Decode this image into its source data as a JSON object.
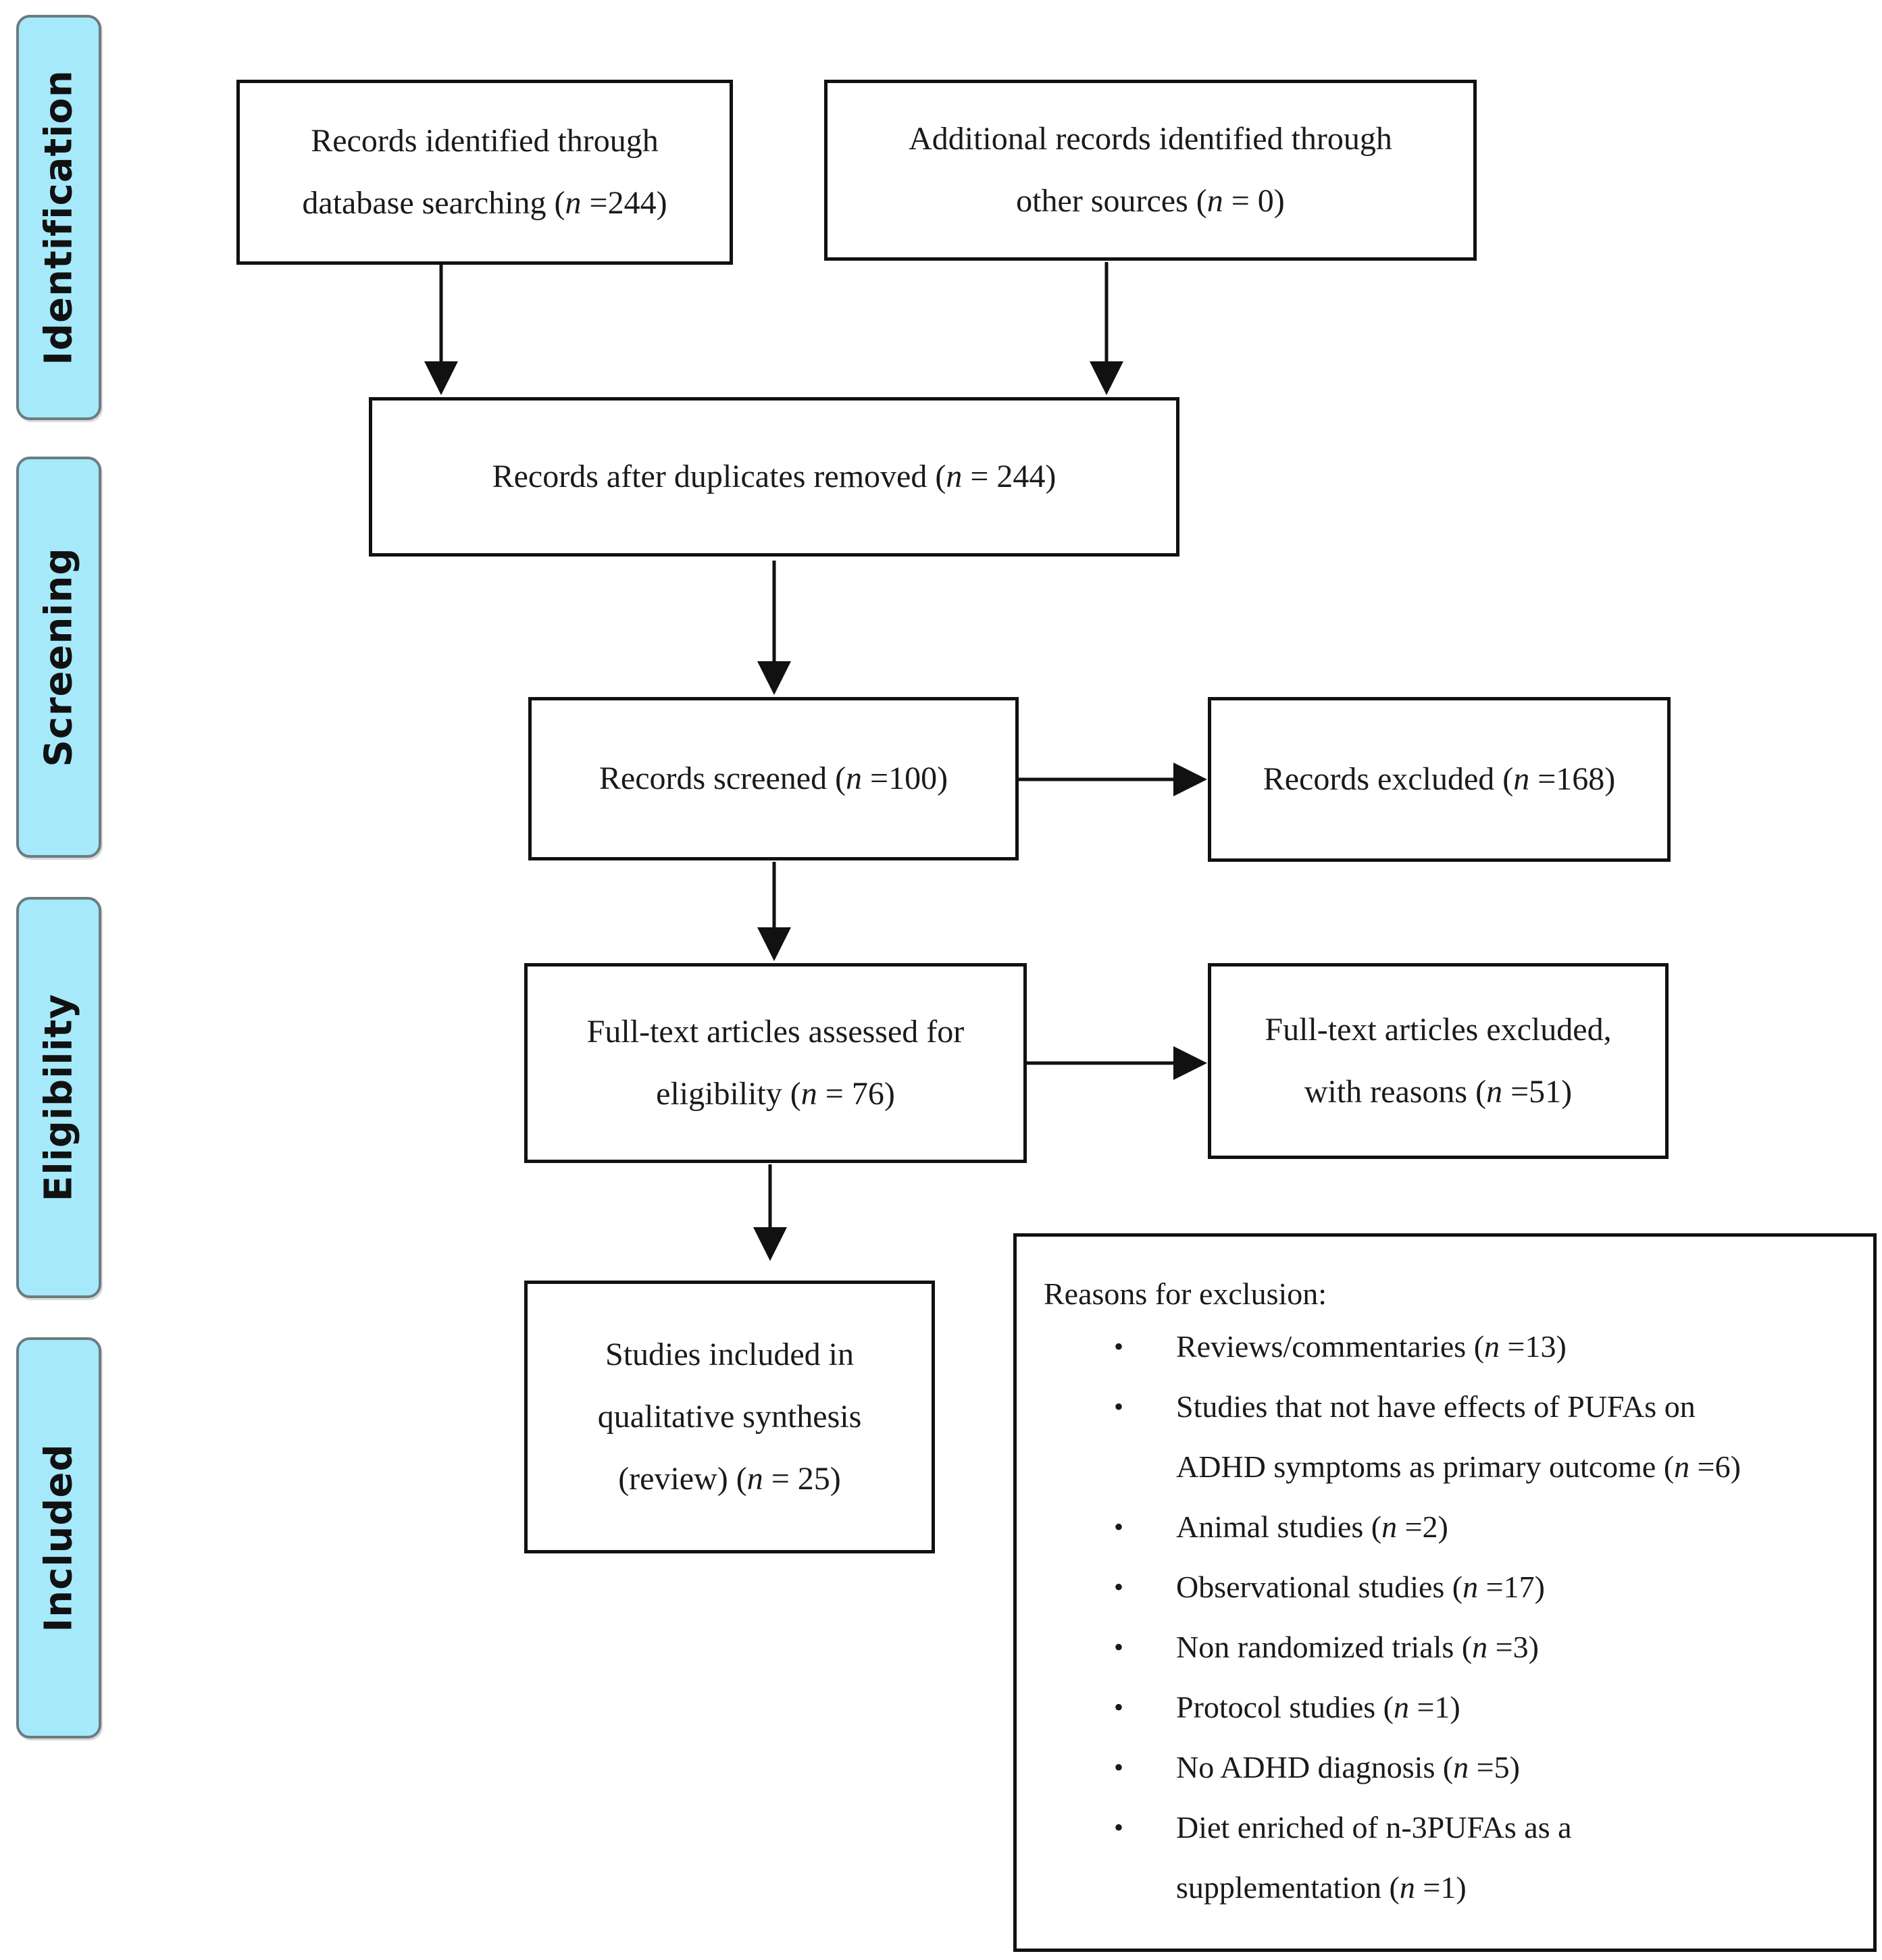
{
  "stages": {
    "identification": "Identification",
    "screening": "Screening",
    "eligibility": "Eligibility",
    "included": "Included"
  },
  "boxes": {
    "database": {
      "line1": "Records identified through",
      "line2_pre": "database searching (",
      "n": "n",
      "line2_post": " =244)"
    },
    "other_sources": {
      "line1": "Additional records identified through",
      "line2_pre": "other sources (",
      "n": "n",
      "line2_post": " = 0)"
    },
    "duplicates_removed": {
      "pre": "Records after duplicates removed (",
      "n": "n",
      "post": " = 244)"
    },
    "screened": {
      "pre": "Records screened (",
      "n": "n",
      "post": " =100)"
    },
    "excluded": {
      "pre": "Records excluded (",
      "n": "n",
      "post": " =168)"
    },
    "fulltext_assessed": {
      "line1": "Full-text articles assessed for",
      "line2_pre": "eligibility (",
      "n": "n",
      "line2_post": " = 76)"
    },
    "fulltext_excluded": {
      "line1": "Full-text articles excluded,",
      "line2_pre": "with reasons (",
      "n": "n",
      "line2_post": " =51)"
    },
    "included": {
      "line1": "Studies included in",
      "line2": "qualitative synthesis",
      "line3_pre": "(review) (",
      "n": "n",
      "line3_post": " = 25)"
    }
  },
  "reasons": {
    "title": "Reasons for exclusion:",
    "bullet": "•",
    "items": [
      {
        "pre": "Reviews/commentaries (",
        "n": "n",
        "post": " =13)"
      },
      {
        "line1": "Studies that not have effects of PUFAs on",
        "pre": "ADHD symptoms as primary outcome (",
        "n": "n",
        "post": " =6)"
      },
      {
        "pre": "Animal studies (",
        "n": "n",
        "post": " =2)"
      },
      {
        "pre": "Observational studies (",
        "n": "n",
        "post": " =17)"
      },
      {
        "pre": "Non randomized trials (",
        "n": "n",
        "post": " =3)"
      },
      {
        "pre": "Protocol studies (",
        "n": "n",
        "post": " =1)"
      },
      {
        "pre": "No ADHD diagnosis (",
        "n": "n",
        "post": " =5)"
      },
      {
        "line1": "Diet enriched of n-3PUFAs as a",
        "pre": "supplementation (",
        "n": "n",
        "post": " =1)"
      }
    ]
  },
  "colors": {
    "stage_fill": "#a6e9fb",
    "stage_border": "#6b7c80",
    "line": "#111111"
  }
}
